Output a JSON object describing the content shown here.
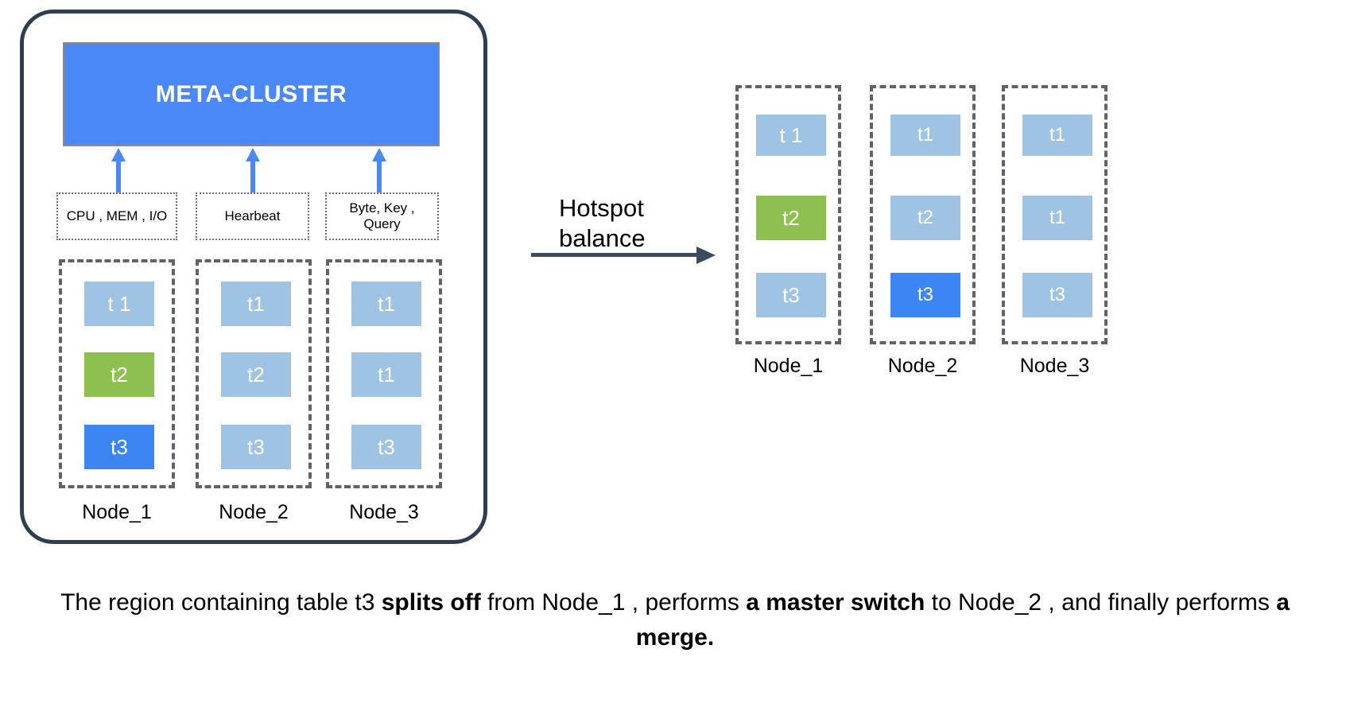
{
  "diagram": {
    "colors": {
      "meta_cluster_bg": "#4a88f7",
      "tile_light_blue": "#9fc3e3",
      "tile_green": "#8ec04f",
      "tile_blue": "#3b86f2",
      "frame_border": "#2e3d4f",
      "dashed_border": "#5f6368",
      "arrow_blue": "#4a88f7",
      "arrow_dark": "#3c4a5c"
    },
    "meta_cluster": {
      "label": "META-CLUSTER"
    },
    "metrics": [
      {
        "label": "CPU , MEM , I/O"
      },
      {
        "label": "Hearbeat"
      },
      {
        "label": "Byte, Key , Query"
      }
    ],
    "left_cluster": {
      "nodes": [
        {
          "label": "Node_1",
          "tiles": [
            {
              "text": "t 1",
              "color": "#9fc3e3"
            },
            {
              "text": "t2",
              "color": "#8ec04f"
            },
            {
              "text": "t3",
              "color": "#3b86f2"
            }
          ]
        },
        {
          "label": "Node_2",
          "tiles": [
            {
              "text": "t1",
              "color": "#9fc3e3"
            },
            {
              "text": "t2",
              "color": "#9fc3e3"
            },
            {
              "text": "t3",
              "color": "#9fc3e3"
            }
          ]
        },
        {
          "label": "Node_3",
          "tiles": [
            {
              "text": "t1",
              "color": "#9fc3e3"
            },
            {
              "text": "t1",
              "color": "#9fc3e3"
            },
            {
              "text": "t3",
              "color": "#9fc3e3"
            }
          ]
        }
      ]
    },
    "transition": {
      "label_line1": "Hotspot",
      "label_line2": "balance",
      "arrow": "right-arrow-icon"
    },
    "right_cluster": {
      "nodes": [
        {
          "label": "Node_1",
          "tiles": [
            {
              "text": "t 1",
              "color": "#9fc3e3"
            },
            {
              "text": "t2",
              "color": "#8ec04f"
            },
            {
              "text": "t3",
              "color": "#9fc3e3"
            }
          ]
        },
        {
          "label": "Node_2",
          "tiles": [
            {
              "text": "t1",
              "color": "#9fc3e3"
            },
            {
              "text": "t2",
              "color": "#9fc3e3"
            },
            {
              "text": "t3",
              "color": "#3b86f2"
            }
          ]
        },
        {
          "label": "Node_3",
          "tiles": [
            {
              "text": "t1",
              "color": "#9fc3e3"
            },
            {
              "text": "t1",
              "color": "#9fc3e3"
            },
            {
              "text": "t3",
              "color": "#9fc3e3"
            }
          ]
        }
      ]
    },
    "caption": {
      "part1": "The region containing table t3 ",
      "bold1": "splits off",
      "part2": " from Node_1 , performs ",
      "bold2": "a master switch",
      "part3": " to Node_2 , and finally performs ",
      "bold3": "a merge."
    }
  }
}
